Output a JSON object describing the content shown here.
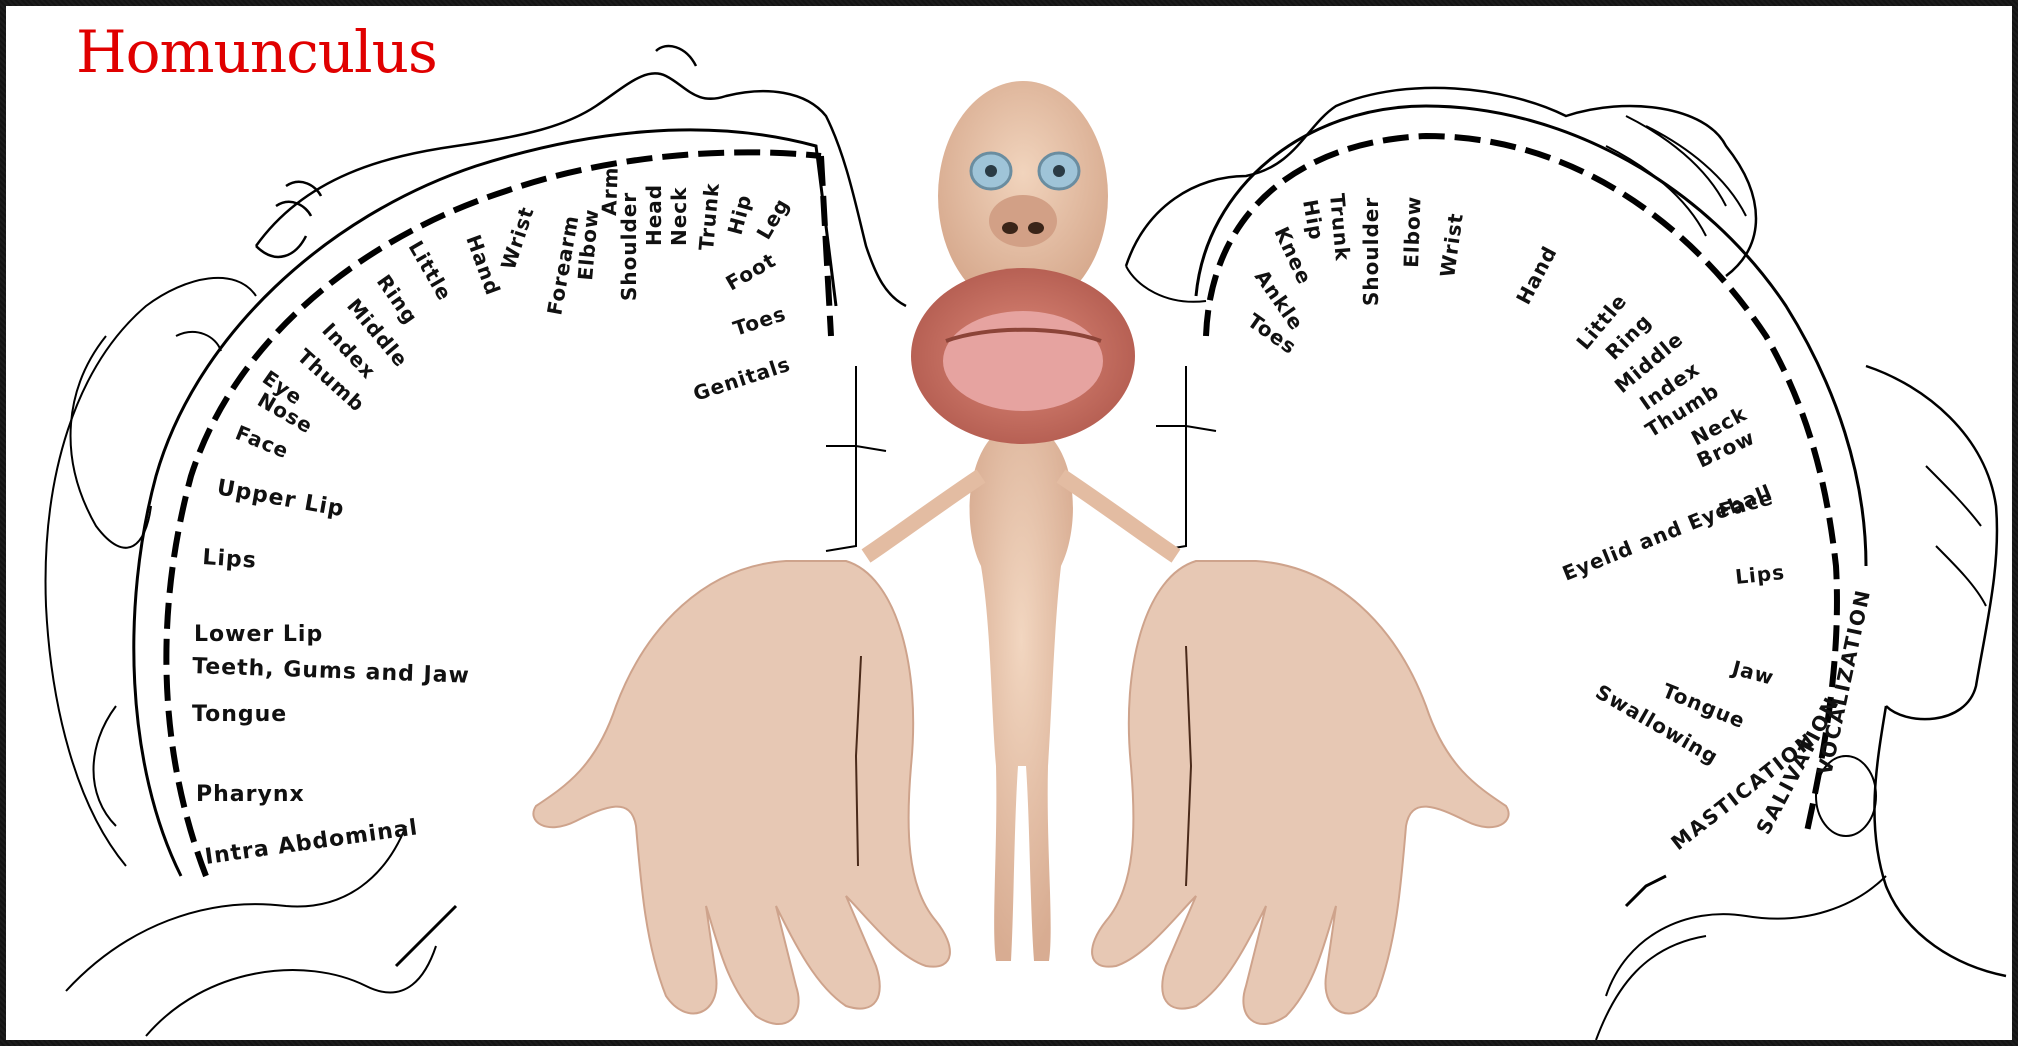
{
  "title": "Homunculus",
  "left_hemisphere": {
    "labels": [
      "Toes",
      "Genitals",
      "Foot",
      "Leg",
      "Hip",
      "Trunk",
      "Neck",
      "Head",
      "Shoulder",
      "Arm",
      "Elbow",
      "Forearm",
      "Wrist",
      "Hand",
      "Little",
      "Ring",
      "Middle",
      "Index",
      "Thumb",
      "Eye",
      "Nose",
      "Face",
      "Upper Lip",
      "Lips",
      "Lower Lip",
      "Teeth, Gums and Jaw",
      "Tongue",
      "Pharynx",
      "Intra Abdominal"
    ]
  },
  "right_hemisphere": {
    "labels": [
      "Toes",
      "Ankle",
      "Knee",
      "Hip",
      "Trunk",
      "Shoulder",
      "Elbow",
      "Wrist",
      "Hand",
      "Little",
      "Ring",
      "Middle",
      "Index",
      "Thumb",
      "Neck",
      "Brow",
      "Eyelid and Eyeball",
      "Face",
      "Lips",
      "Jaw",
      "Tongue",
      "Swallowing"
    ],
    "function_labels": [
      "MASTICATION",
      "SALIVATION",
      "VOCALIZATION"
    ]
  },
  "colors": {
    "title": "#e00000",
    "skin": "#e8c4a8",
    "skin_shadow": "#c99a80",
    "lips": "#c97060",
    "tongue": "#e6a3a0"
  }
}
